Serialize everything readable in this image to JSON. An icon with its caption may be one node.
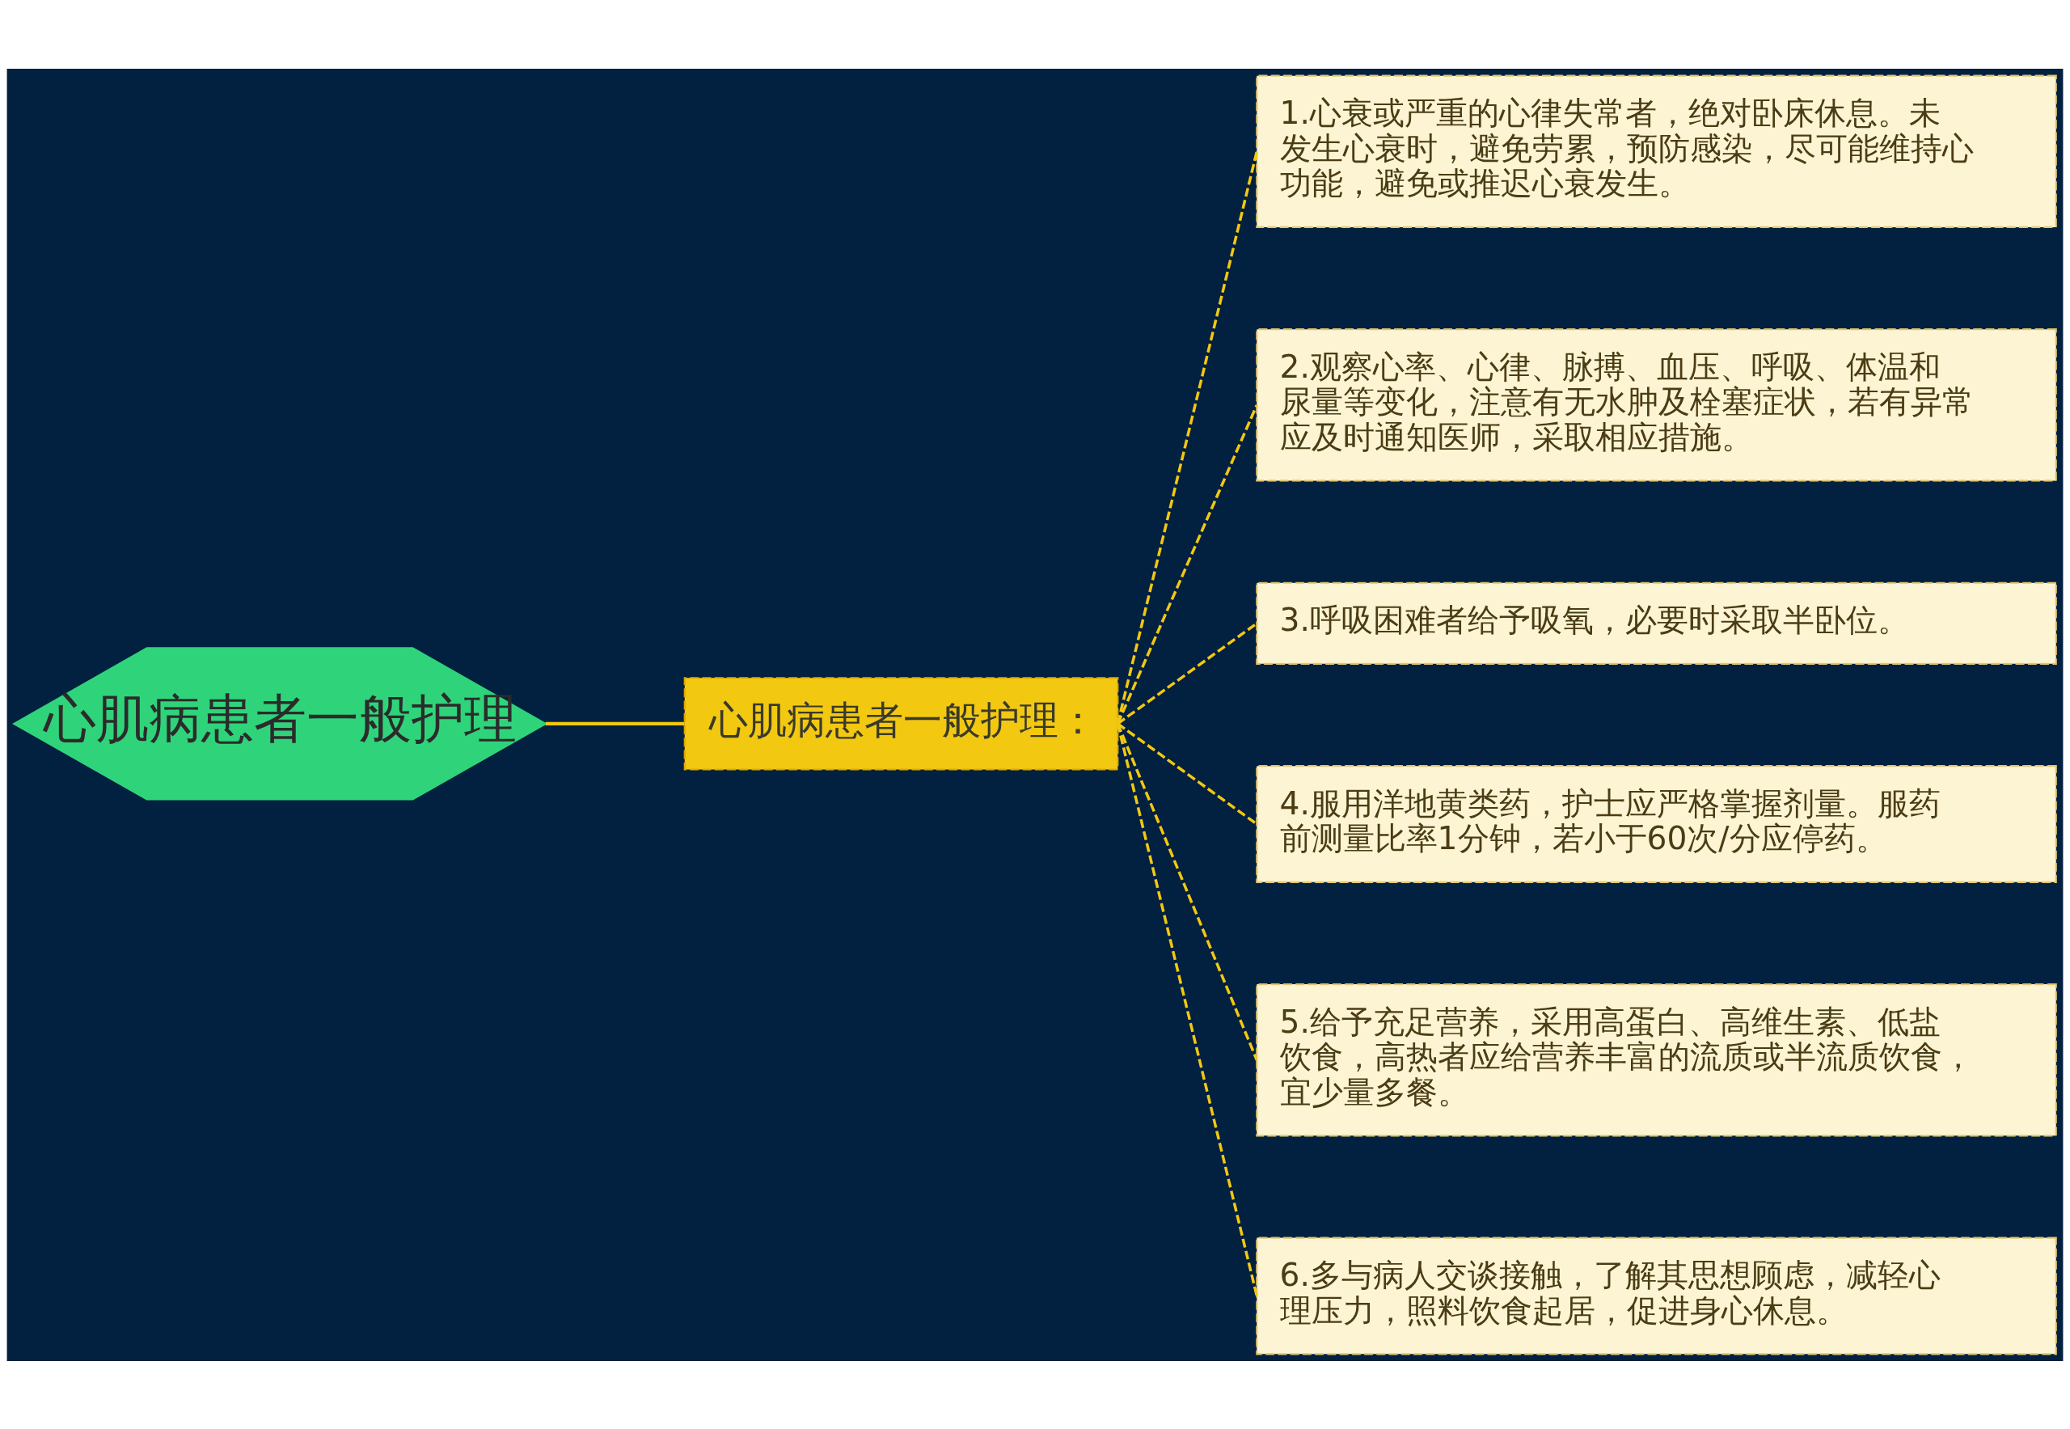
{
  "diagram": {
    "nodes": [
      {
        "text": [
          "心肌病患者一般护理"
        ]
      },
      {
        "text": [
          "心肌病患者一般护理："
        ]
      },
      {
        "text": [
          "1.心衰或严重的心律失常者，绝对卧床休息。未发生心衰时，避免劳累，预防感染，尽可能维持心功能，避免或推迟心衰发生。"
        ]
      },
      {
        "text": [
          "2.观察心率、心律、脉搏、血压、呼吸、体温和尿量等变化，注意有无水肿及栓塞症状，若有异常应及时通知医师，采取相应措施。"
        ]
      },
      {
        "text": [
          "3.呼吸困难者给予吸氧，必要时采取半卧位。"
        ]
      },
      {
        "text": [
          "4.服用洋地黄类药，护士应严格掌握剂量。服药前测量比率1分钟，若小于60次/分应停药。"
        ]
      },
      {
        "text": [
          "5.给予充足营养，采用高蛋白、高维生素、低盐饮食，高热者应给营养丰富的流质或半流质饮食，宜少量多餐。"
        ]
      },
      {
        "text": [
          "6.多与病人交谈接触，了解其思想顾虑，减轻心理压力，照料饮食起居，促进身心休息。"
        ]
      }
    ],
    "edges": [
      {
        "from": 0,
        "to": 1,
        "arrow": "none"
      },
      {
        "from": 1,
        "to": 2,
        "arrow": "none",
        "style": "dashed"
      },
      {
        "from": 1,
        "to": 3,
        "arrow": "none",
        "style": "dashed"
      },
      {
        "from": 1,
        "to": 4,
        "arrow": "none",
        "style": "dashed"
      },
      {
        "from": 1,
        "to": 5,
        "arrow": "none",
        "style": "dashed"
      },
      {
        "from": 1,
        "to": 6,
        "arrow": "none",
        "style": "dashed"
      },
      {
        "from": 1,
        "to": 7,
        "arrow": "none",
        "style": "dashed"
      }
    ]
  }
}
